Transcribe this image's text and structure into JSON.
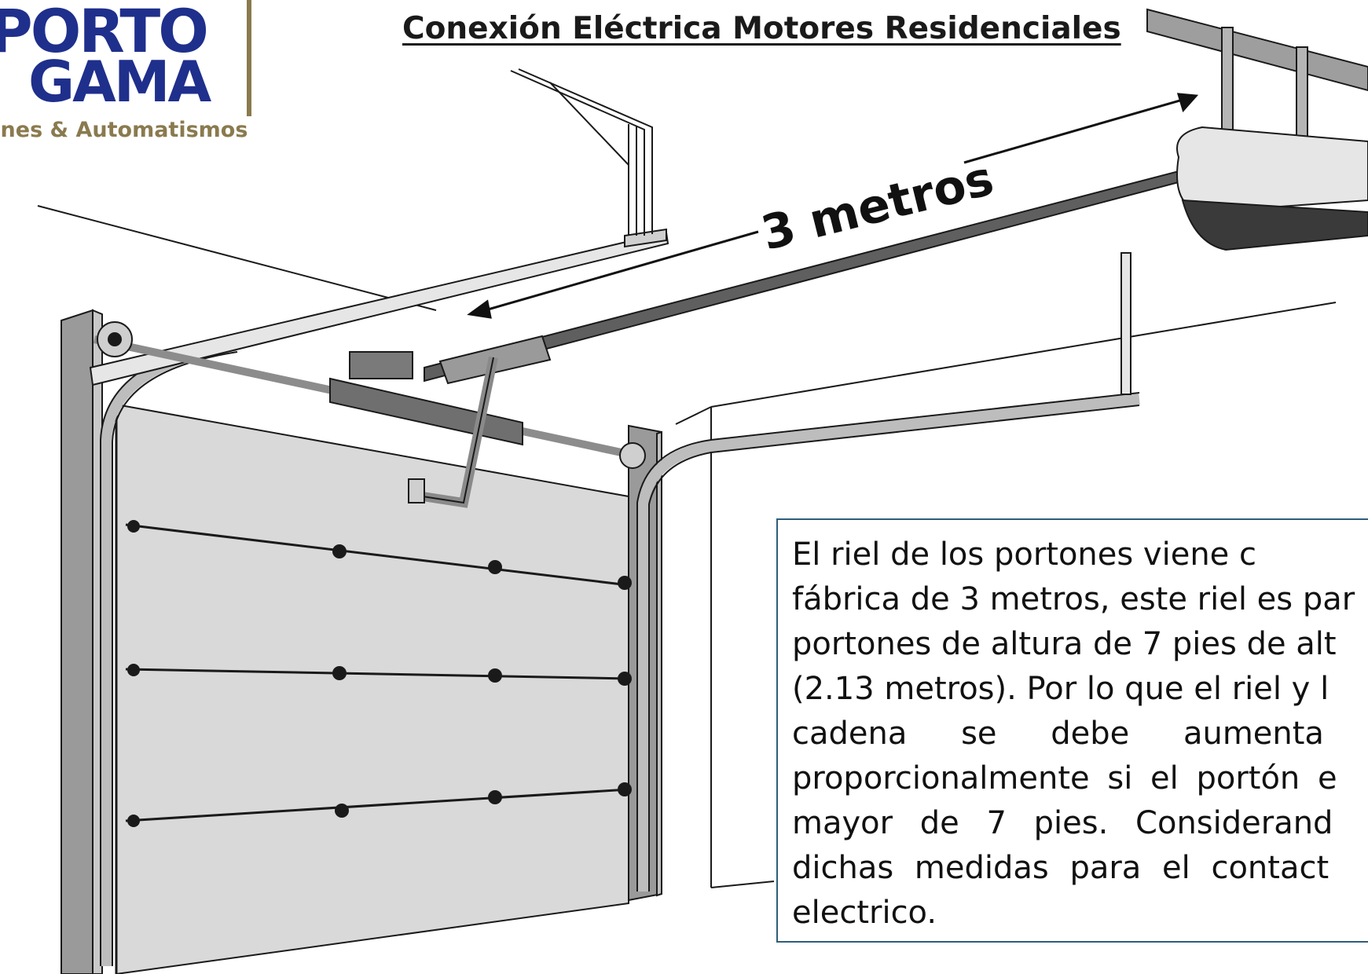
{
  "title": "Conexión Eléctrica Motores Residenciales",
  "logo": {
    "word_1": "PORTO",
    "word_2": "GAMA",
    "tagline": "ones & Automatismos",
    "brand_blue": "#1f2f8c",
    "brand_gold": "#8a7a4e"
  },
  "dimension": {
    "label": "3 metros"
  },
  "note": {
    "lines": [
      "El riel de los portones viene c",
      "fábrica de 3 metros, este riel es par",
      "portones de altura de 7 pies de alt",
      "(2.13 metros). Por lo que el riel y l",
      "cadena se debe aumenta",
      "proporcionalmente si el portón e",
      "mayor de 7 pies. Considerand",
      "dichas medidas para el contact",
      "electrico."
    ]
  },
  "colors": {
    "door_fill": "#d9d9d9",
    "frame_fill": "#9a9a9a",
    "line": "#1a1a1a",
    "box_border": "#2e5e7a"
  }
}
